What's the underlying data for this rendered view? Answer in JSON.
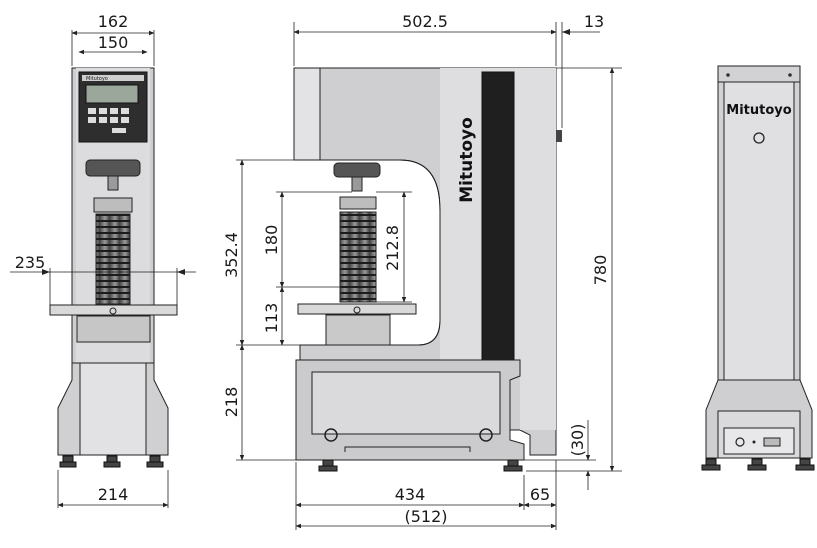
{
  "brand": {
    "logo_text": "Mitutoyo",
    "panel_text": "Mitutoyo"
  },
  "colors": {
    "body": "#c9c9cb",
    "body_light": "#e4e4e6",
    "body_dark": "#8e8e92",
    "panel": "#2b2b2b",
    "stripe": "#1e1e1e",
    "line": "#222222"
  },
  "dimensions": {
    "front_top_width": "162",
    "front_panel_width": "150",
    "front_table_width": "235",
    "front_base_width": "214",
    "side_overall_depth": "502.5",
    "side_protrusion": "13",
    "side_overall_height": "780",
    "side_throat_height": "352.4",
    "side_max_specimen": "180",
    "side_elevating_travel": "212.8",
    "side_table_height": "113",
    "side_base_to_table": "218",
    "side_foot_height": "(30)",
    "side_base_depth": "434",
    "side_rear_offset": "65",
    "side_total_depth": "(512)"
  }
}
